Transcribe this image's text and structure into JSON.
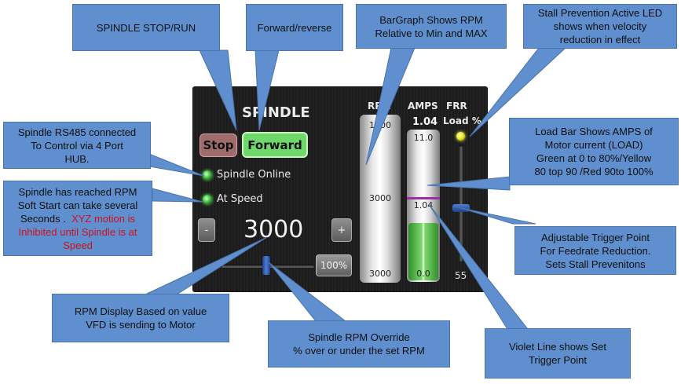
{
  "panel": {
    "title": "SPINDLE",
    "stop_label": "Stop",
    "forward_label": "Forward",
    "status_online": "Spindle Online",
    "status_at_speed": "At Speed",
    "minus_label": "-",
    "plus_label": "+",
    "rpm_display": "3000",
    "override_label": "100%",
    "override_percent": 100,
    "rpm_header": "RPM",
    "rpm_top": "1000",
    "rpm_mid": "3000",
    "rpm_bottom": "3000",
    "amps_header": "AMPS",
    "amps_value": "1.04",
    "amps_max": "11.0",
    "amps_trigger": "1.04",
    "amps_min": "0.0",
    "frr_header": "FRR",
    "load_header": "Load %",
    "frr_value": "55",
    "colors": {
      "stop": "#a06d6d",
      "forward": "#6fd86a",
      "load_green": "#5cbf4a",
      "trigger": "#9b2ea8",
      "led_yellow": "#e8e21a"
    }
  },
  "callouts": {
    "spindle_stop_run": "SPINDLE STOP/RUN",
    "forward_reverse": "Forward/reverse",
    "bargraph": [
      "BarGraph  Shows RPM",
      "Relative to Min and MAX"
    ],
    "stall_led": [
      "Stall Prevention Active LED",
      "shows when velocity",
      "reduction in effect"
    ],
    "rs485": [
      "Spindle RS485 connected",
      "To Control via 4 Port",
      "HUB."
    ],
    "at_speed": [
      "Spindle has reached RPM",
      "Soft Start can take several",
      "Seconds ."
    ],
    "at_speed_red": [
      "XYZ motion is",
      "Inhibited until Spindle is at",
      "Speed"
    ],
    "load_bar": [
      "Load Bar Shows AMPS of",
      "Motor current  (LOAD)",
      "Green at 0 to 80%/Yellow",
      "80 top 90 /Red 90to 100%"
    ],
    "trigger": [
      "Adjustable Trigger Point",
      "For Feedrate Reduction.",
      "Sets Stall Prevenitons"
    ],
    "rpm_display": [
      "RPM Display Based on value",
      "VFD is sending to Motor"
    ],
    "override": [
      "Spindle RPM Override",
      "% over or under the set RPM"
    ],
    "violet": [
      "Violet Line shows Set",
      "Trigger Point"
    ]
  }
}
